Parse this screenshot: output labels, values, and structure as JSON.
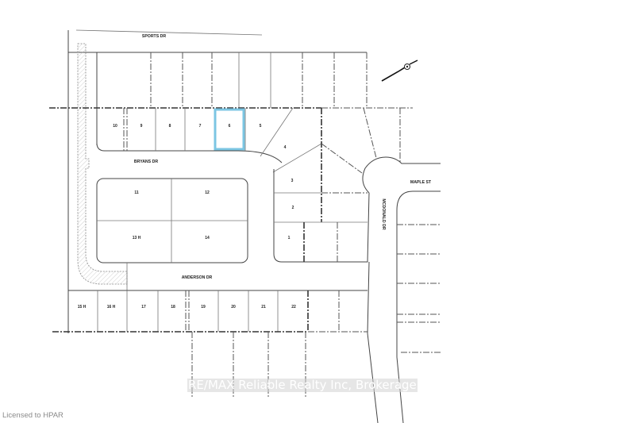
{
  "streets": {
    "sports_dr": "SPORTS DR",
    "bryans_dr": "BRYANS DR",
    "anderson_dr": "ANDERSON DR",
    "maple_st": "MAPLE ST",
    "mcdonald_dr": "MCDONALD DR"
  },
  "lots": [
    {
      "id": "10",
      "label": "10"
    },
    {
      "id": "9",
      "label": "9"
    },
    {
      "id": "8",
      "label": "8"
    },
    {
      "id": "7",
      "label": "7"
    },
    {
      "id": "6",
      "label": "6",
      "highlighted": true
    },
    {
      "id": "5",
      "label": "5"
    },
    {
      "id": "4",
      "label": "4"
    },
    {
      "id": "3",
      "label": "3"
    },
    {
      "id": "2",
      "label": "2"
    },
    {
      "id": "1",
      "label": "1"
    },
    {
      "id": "11",
      "label": "11"
    },
    {
      "id": "12",
      "label": "12"
    },
    {
      "id": "13H",
      "label": "13 H"
    },
    {
      "id": "14",
      "label": "14"
    },
    {
      "id": "15H",
      "label": "15 H"
    },
    {
      "id": "16H",
      "label": "16 H"
    },
    {
      "id": "17",
      "label": "17"
    },
    {
      "id": "18",
      "label": "18"
    },
    {
      "id": "19",
      "label": "19"
    },
    {
      "id": "20",
      "label": "20"
    },
    {
      "id": "21",
      "label": "21"
    },
    {
      "id": "22",
      "label": "22"
    }
  ],
  "highlight_color": "#7cc6e3",
  "north_arrow": "north-arrow-icon",
  "watermark": "RE/MAX Reliable Realty Inc, Brokerage",
  "license": "Licensed to HPAR"
}
